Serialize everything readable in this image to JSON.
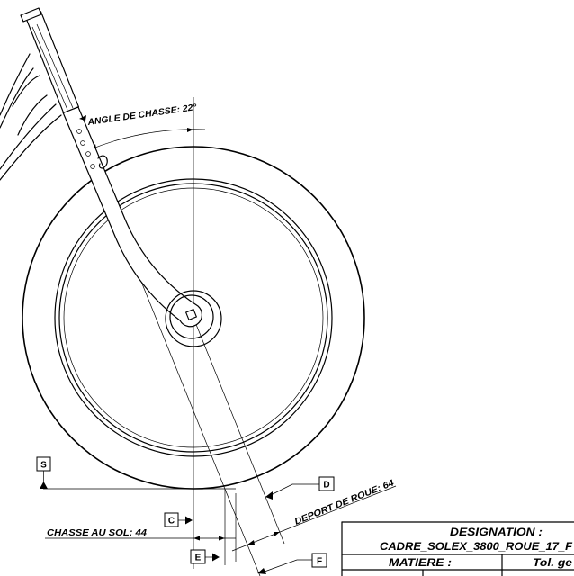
{
  "drawing": {
    "angle_label": "ANGLE DE CHASSE: 22°",
    "offset_label": "DEPORT DE ROUE: 64",
    "trail_label": "CHASSE AU SOL: 44"
  },
  "markers": {
    "s": "S",
    "d": "D",
    "c": "C",
    "e": "E",
    "f": "F"
  },
  "title_block": {
    "designation_label": "DESIGNATION :",
    "designation_value": "CADRE_SOLEX_3800_ROUE_17_F",
    "matiere_label": "MATIERE :",
    "tolerance_label": "Tol. ge"
  },
  "colors": {
    "line": "#000000",
    "background": "#ffffff"
  }
}
